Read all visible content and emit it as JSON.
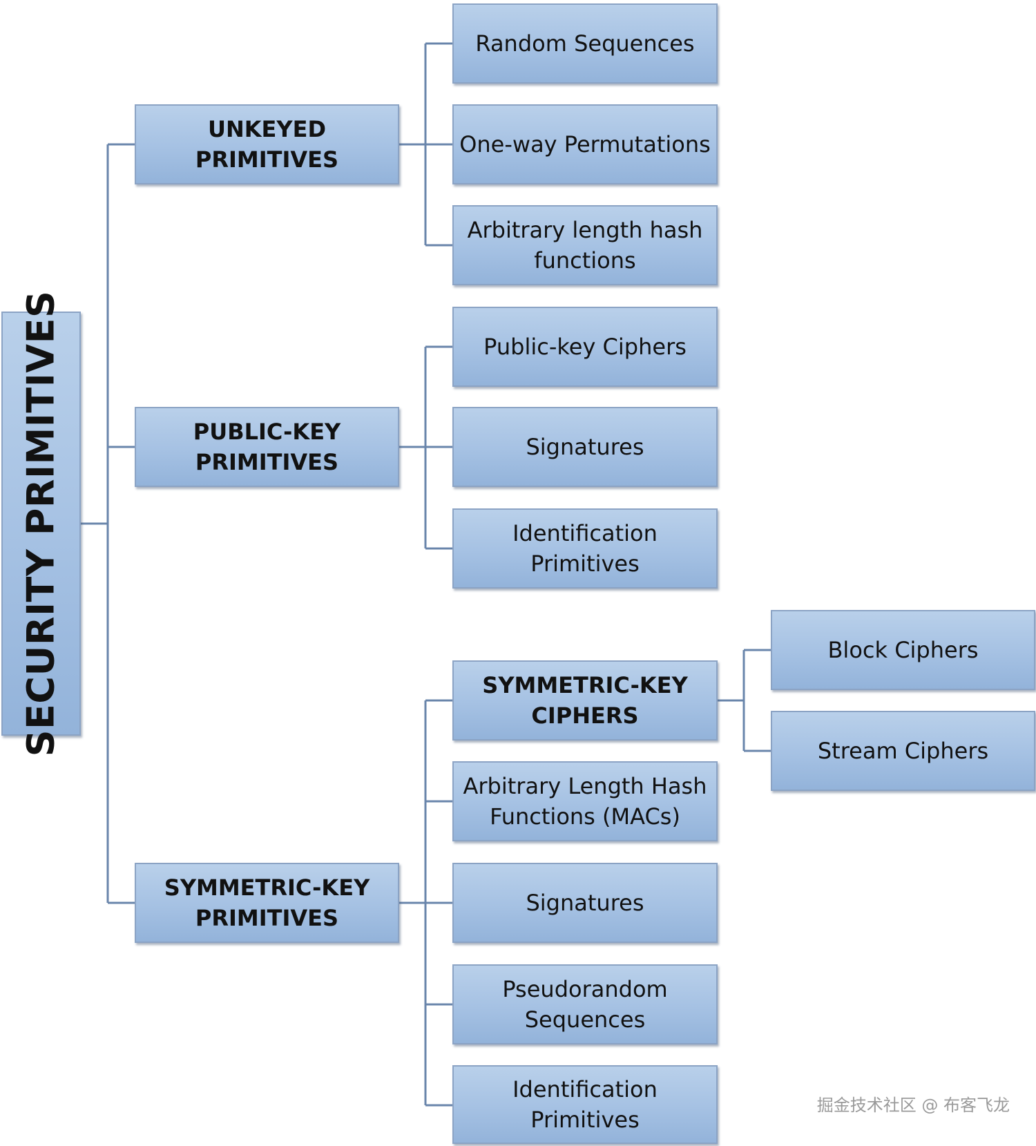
{
  "root": "SECURITY PRIMITIVES",
  "unkeyed": {
    "label": "UNKEYED PRIMITIVES",
    "children": [
      "Random Sequences",
      "One-way Permutations",
      "Arbitrary length hash\nfunctions"
    ]
  },
  "publickey": {
    "label": "PUBLIC-KEY\nPRIMITIVES",
    "children": [
      "Public-key Ciphers",
      "Signatures",
      "Identification\nPrimitives"
    ]
  },
  "symmetric": {
    "label": "SYMMETRIC-KEY\nPRIMITIVES",
    "children": [
      "SYMMETRIC-KEY\nCIPHERS",
      "Arbitrary Length Hash\nFunctions (MACs)",
      "Signatures",
      "Pseudorandom\nSequences",
      "Identification\nPrimitives"
    ],
    "cipher_children": [
      "Block Ciphers",
      "Stream Ciphers"
    ]
  },
  "watermark": "掘金技术社区 @ 布客飞龙",
  "colors": {
    "box_fill": "#a5c1e3",
    "box_border": "#8ba3c4",
    "connector": "#6985ab"
  }
}
